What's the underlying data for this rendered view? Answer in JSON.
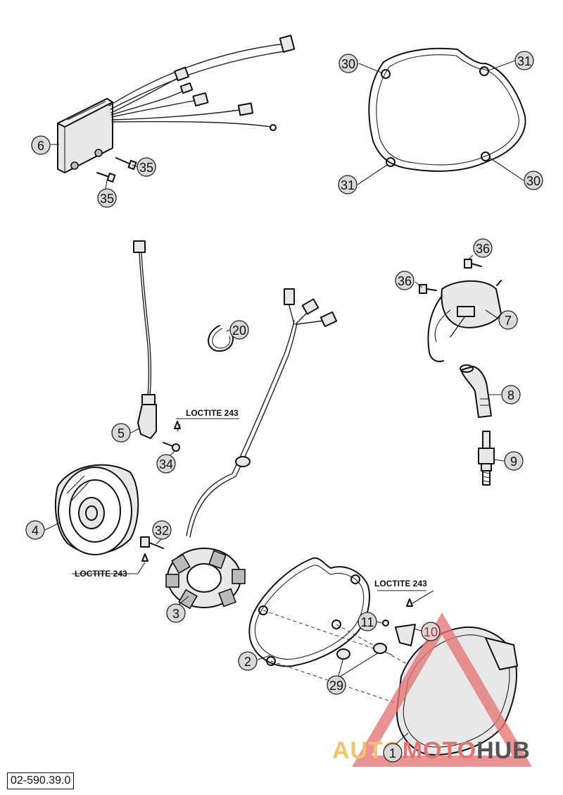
{
  "diagram": {
    "document_number": "02-590.39.0",
    "callouts": [
      {
        "id": "c-1",
        "label": "1"
      },
      {
        "id": "c-2",
        "label": "2"
      },
      {
        "id": "c-3",
        "label": "3"
      },
      {
        "id": "c-4",
        "label": "4"
      },
      {
        "id": "c-5",
        "label": "5"
      },
      {
        "id": "c-6",
        "label": "6"
      },
      {
        "id": "c-7",
        "label": "7"
      },
      {
        "id": "c-8",
        "label": "8"
      },
      {
        "id": "c-9",
        "label": "9"
      },
      {
        "id": "c-10",
        "label": "10"
      },
      {
        "id": "c-11",
        "label": "11"
      },
      {
        "id": "c-20",
        "label": "20"
      },
      {
        "id": "c-29",
        "label": "29"
      },
      {
        "id": "c-30a",
        "label": "30"
      },
      {
        "id": "c-30b",
        "label": "30"
      },
      {
        "id": "c-31a",
        "label": "31"
      },
      {
        "id": "c-31b",
        "label": "31"
      },
      {
        "id": "c-32",
        "label": "32"
      },
      {
        "id": "c-34",
        "label": "34"
      },
      {
        "id": "c-35a",
        "label": "35"
      },
      {
        "id": "c-35b",
        "label": "35"
      },
      {
        "id": "c-36a",
        "label": "36"
      },
      {
        "id": "c-36b",
        "label": "36"
      }
    ],
    "annotations": {
      "loctite_top": "LOCTITE 243",
      "loctite_left": "LOCTITE 243",
      "loctite_right": "LOCTITE 243"
    },
    "watermark": {
      "part1": "AUTO",
      "part2": "MOTO",
      "part3": "HUB",
      "color_auto": "#f5c26b",
      "color_moto": "#e57373",
      "color_hub": "#555555"
    }
  }
}
